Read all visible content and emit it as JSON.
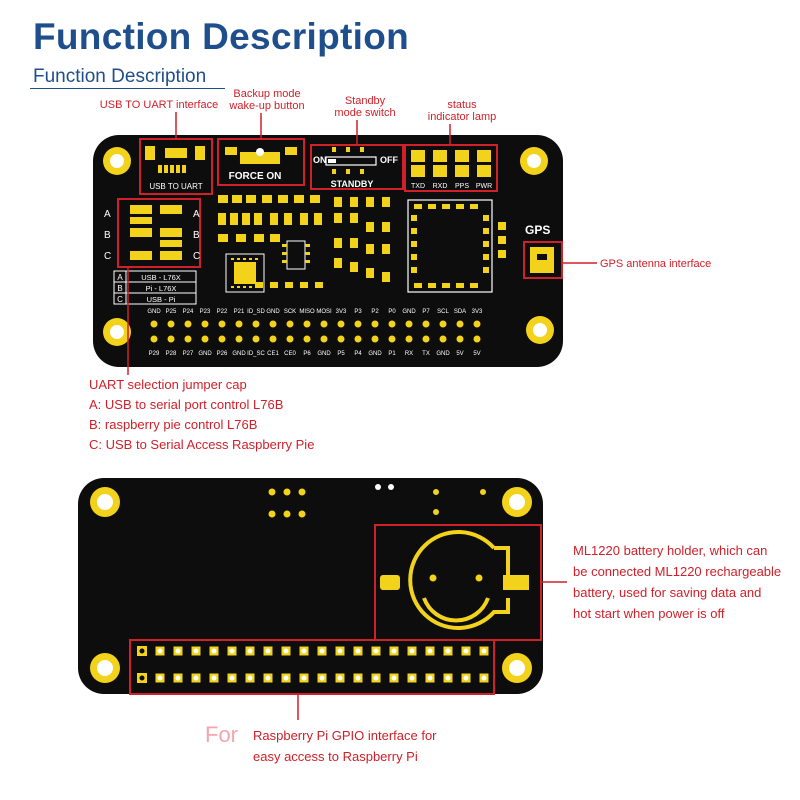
{
  "header": {
    "title": "Function Description",
    "subtitle": "Function Description"
  },
  "top_board": {
    "callouts": {
      "usb_to_uart": "USB TO UART interface",
      "backup_line1": "Backup mode",
      "backup_line2": "wake-up button",
      "standby_line1": "Standby",
      "standby_line2": "mode switch",
      "status_line1": "status",
      "status_line2": "indicator lamp",
      "gps_antenna": "GPS antenna interface"
    },
    "silkscreen": {
      "usb_label": "USB TO UART",
      "force_on": "FORCE ON",
      "standby": "STANDBY",
      "on": "ON",
      "off": "OFF",
      "gps": "GPS",
      "leds": [
        "TXD",
        "RXD",
        "PPS",
        "PWR"
      ],
      "jumper_rows": [
        "A",
        "B",
        "C"
      ],
      "jumper_table": [
        {
          "key": "A",
          "text": "USB - L76X"
        },
        {
          "key": "B",
          "text": "Pi - L76X"
        },
        {
          "key": "C",
          "text": "USB - Pi"
        }
      ],
      "pins_top": [
        "GND",
        "P25",
        "P24",
        "P23",
        "P22",
        "P21",
        "ID_SD",
        "GND",
        "SCK",
        "MISO",
        "MOSI",
        "3V3",
        "P3",
        "P2",
        "P0",
        "GND",
        "P7",
        "SCL",
        "SDA",
        "3V3"
      ],
      "pins_bottom": [
        "P29",
        "P28",
        "P27",
        "GND",
        "P26",
        "GND",
        "ID_SC",
        "CE1",
        "CE0",
        "P6",
        "GND",
        "P5",
        "P4",
        "GND",
        "P1",
        "RX",
        "TX",
        "GND",
        "5V",
        "5V"
      ]
    },
    "uart_notes": {
      "heading": "UART selection jumper cap",
      "a": "A: USB to serial port control L76B",
      "b": "B: raspberry pie control L76B",
      "c": "C: USB to Serial Access Raspberry Pie"
    }
  },
  "bottom_board": {
    "battery_note": {
      "line1": "ML1220 battery holder, which can",
      "line2": "be connected ML1220 rechargeable",
      "line3": "battery, used for saving data and",
      "line4": "hot start when power is off"
    },
    "gpio_prefix": "For",
    "gpio_line1": "Raspberry Pi GPIO interface for",
    "gpio_line2": "easy access to Raspberry Pi"
  },
  "colors": {
    "title_blue": "#1f4e8c",
    "callout_red": "#d0202a",
    "pcb_black": "#0d0d0d",
    "pad_gold": "#f2d21a",
    "silk_white": "#ffffff"
  }
}
